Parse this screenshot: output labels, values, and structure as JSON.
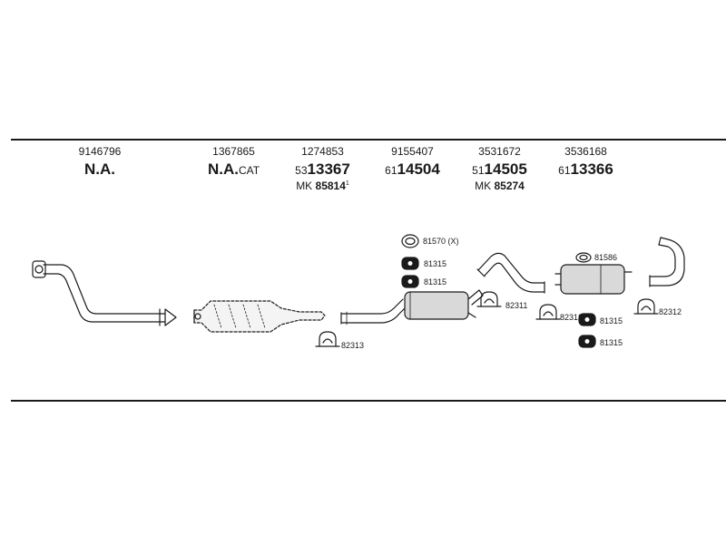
{
  "columns": [
    {
      "oe": "9146796",
      "code_prefix": "",
      "code_main": "N.A.",
      "code_suffix": "",
      "mk_prefix": "",
      "mk_value": "",
      "mk_note": ""
    },
    {
      "oe": "1367865",
      "code_prefix": "",
      "code_main": "N.A.",
      "code_suffix": "CAT",
      "mk_prefix": "",
      "mk_value": "",
      "mk_note": ""
    },
    {
      "oe": "1274853",
      "code_prefix": "53",
      "code_main": "13367",
      "code_suffix": "",
      "mk_prefix": "MK",
      "mk_value": "85814",
      "mk_note": "1"
    },
    {
      "oe": "9155407",
      "code_prefix": "61",
      "code_main": "14504",
      "code_suffix": "",
      "mk_prefix": "",
      "mk_value": "",
      "mk_note": ""
    },
    {
      "oe": "3531672",
      "code_prefix": "51",
      "code_main": "14505",
      "code_suffix": "",
      "mk_prefix": "MK",
      "mk_value": "85274",
      "mk_note": ""
    },
    {
      "oe": "3536168",
      "code_prefix": "61",
      "code_main": "13366",
      "code_suffix": "",
      "mk_prefix": "",
      "mk_value": "",
      "mk_note": ""
    }
  ],
  "part_labels": {
    "ring_81570": "81570 (X)",
    "mount_81315_a": "81315",
    "mount_81315_b": "81315",
    "clamp_82313": "82313",
    "clamp_82311": "82311",
    "ring_81586": "81586",
    "clamp_82312_left": "82312",
    "mount_81315_c": "81315",
    "mount_81315_d": "81315",
    "clamp_82312_right": "82312"
  }
}
